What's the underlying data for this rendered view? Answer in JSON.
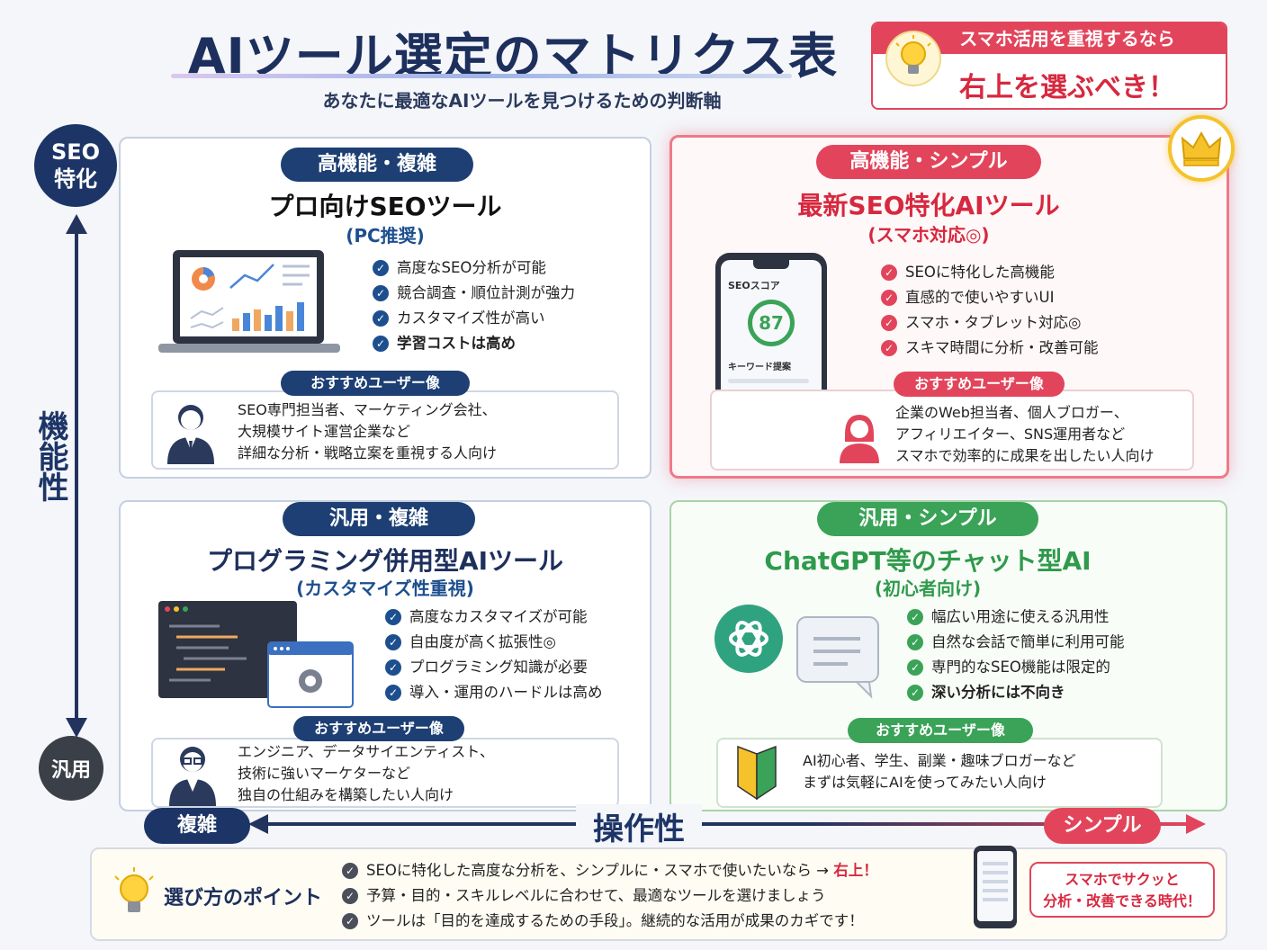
{
  "header": {
    "title": "AIツール選定のマトリクス表",
    "subtitle": "あなたに最適なAIツールを見つけるための判断軸",
    "callout_top": "スマホ活用を重視するなら",
    "callout_bottom": "右上を選ぶべき！"
  },
  "axes": {
    "top": "SEO\n特化",
    "bottom": "汎用",
    "vertical_label": "機能性",
    "horizontal_label": "操作性",
    "left": "複雑",
    "right": "シンプル"
  },
  "quadrants": {
    "top_left": {
      "tag": "高機能・複雑",
      "title": "プロ向けSEOツール",
      "subtitle": "(PC推奨)",
      "features": [
        "高度なSEO分析が可能",
        "競合調査・順位計測が強力",
        "カスタマイズ性が高い",
        "学習コストは高め"
      ],
      "user_label": "おすすめユーザー像",
      "user_lines": [
        "SEO専門担当者、マーケティング会社、",
        "大規模サイト運営企業など",
        "詳細な分析・戦略立案を重視する人向け"
      ]
    },
    "top_right": {
      "tag": "高機能・シンプル",
      "title": "最新SEO特化AIツール",
      "subtitle": "(スマホ対応◎)",
      "phone_label": "SEOスコア",
      "phone_score": "87",
      "phone_section": "キーワード提案",
      "features": [
        "SEOに特化した高機能",
        "直感的で使いやすいUI",
        "スマホ・タブレット対応◎",
        "スキマ時間に分析・改善可能"
      ],
      "user_label": "おすすめユーザー像",
      "user_lines": [
        "企業のWeb担当者、個人ブロガー、",
        "アフィリエイター、SNS運用者など",
        "スマホで効率的に成果を出したい人向け"
      ]
    },
    "bottom_left": {
      "tag": "汎用・複雑",
      "title": "プログラミング併用型AIツール",
      "subtitle": "(カスタマイズ性重視)",
      "features": [
        "高度なカスタマイズが可能",
        "自由度が高く拡張性◎",
        "プログラミング知識が必要",
        "導入・運用のハードルは高め"
      ],
      "user_label": "おすすめユーザー像",
      "user_lines": [
        "エンジニア、データサイエンティスト、",
        "技術に強いマーケターなど",
        "独自の仕組みを構築したい人向け"
      ]
    },
    "bottom_right": {
      "tag": "汎用・シンプル",
      "title": "ChatGPT等のチャット型AI",
      "subtitle": "(初心者向け)",
      "features": [
        "幅広い用途に使える汎用性",
        "自然な会話で簡単に利用可能",
        "専門的なSEO機能は限定的",
        "深い分析には不向き"
      ],
      "user_label": "おすすめユーザー像",
      "user_lines": [
        "AI初心者、学生、副業・趣味ブロガーなど",
        "まずは気軽にAIを使ってみたい人向け"
      ]
    }
  },
  "points": {
    "title": "選び方のポイント",
    "items": [
      "SEOに特化した高度な分析を、シンプルに・スマホで使いたいなら →",
      "予算・目的・スキルレベルに合わせて、最適なツールを選けましょう",
      "ツールは「目的を達成するための手段」。継続的な活用が成果のカギです！"
    ],
    "item1_highlight": "右上！",
    "bubble_line1": "スマホでサクッと",
    "bubble_line2": "分析・改善できる時代！"
  },
  "colors": {
    "navy": "#1d3f73",
    "red": "#e2455b",
    "green": "#3aa357"
  }
}
